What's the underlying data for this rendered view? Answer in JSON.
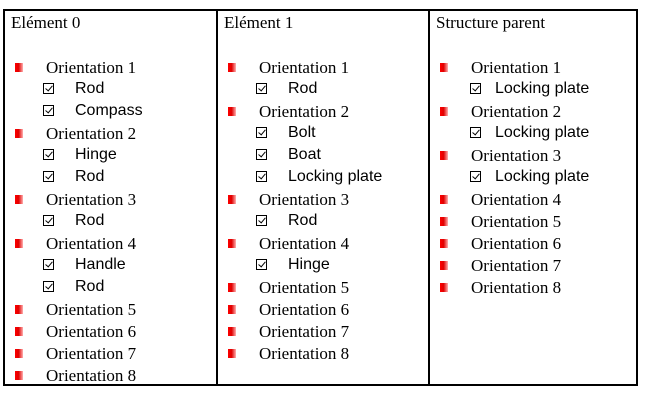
{
  "columns": [
    {
      "header": "Elément 0",
      "rows": [
        {
          "kind": "orientation",
          "label": "Orientation 1"
        },
        {
          "kind": "component",
          "label": "Rod"
        },
        {
          "kind": "component",
          "label": "Compass"
        },
        {
          "kind": "orientation",
          "label": "Orientation 2"
        },
        {
          "kind": "component",
          "label": "Hinge"
        },
        {
          "kind": "component",
          "label": "Rod"
        },
        {
          "kind": "orientation",
          "label": "Orientation 3"
        },
        {
          "kind": "component",
          "label": "Rod"
        },
        {
          "kind": "orientation",
          "label": "Orientation 4"
        },
        {
          "kind": "component",
          "label": "Handle"
        },
        {
          "kind": "component",
          "label": "Rod"
        },
        {
          "kind": "orientation",
          "label": "Orientation 5"
        },
        {
          "kind": "orientation",
          "label": "Orientation 6"
        },
        {
          "kind": "orientation",
          "label": "Orientation 7"
        },
        {
          "kind": "orientation",
          "label": "Orientation 8"
        }
      ]
    },
    {
      "header": "Elément 1",
      "rows": [
        {
          "kind": "orientation",
          "label": "Orientation 1"
        },
        {
          "kind": "component",
          "label": "Rod"
        },
        {
          "kind": "orientation",
          "label": "Orientation 2"
        },
        {
          "kind": "component",
          "label": "Bolt"
        },
        {
          "kind": "component",
          "label": "Boat"
        },
        {
          "kind": "component",
          "label": "Locking plate"
        },
        {
          "kind": "orientation",
          "label": "Orientation 3"
        },
        {
          "kind": "component",
          "label": "Rod"
        },
        {
          "kind": "orientation",
          "label": "Orientation 4"
        },
        {
          "kind": "component",
          "label": "Hinge"
        },
        {
          "kind": "orientation",
          "label": "Orientation 5"
        },
        {
          "kind": "orientation",
          "label": "Orientation 6"
        },
        {
          "kind": "orientation",
          "label": "Orientation 7"
        },
        {
          "kind": "orientation",
          "label": "Orientation 8"
        }
      ]
    },
    {
      "header": "Structure parent",
      "rows": [
        {
          "kind": "orientation",
          "label": "Orientation 1"
        },
        {
          "kind": "component",
          "label": "Locking plate"
        },
        {
          "kind": "orientation",
          "label": "Orientation 2"
        },
        {
          "kind": "component",
          "label": "Locking plate"
        },
        {
          "kind": "orientation",
          "label": "Orientation 3"
        },
        {
          "kind": "component",
          "label": "Locking plate"
        },
        {
          "kind": "orientation",
          "label": "Orientation 4"
        },
        {
          "kind": "orientation",
          "label": "Orientation 5"
        },
        {
          "kind": "orientation",
          "label": "Orientation 6"
        },
        {
          "kind": "orientation",
          "label": "Orientation 7"
        },
        {
          "kind": "orientation",
          "label": "Orientation 8"
        }
      ]
    }
  ],
  "icons": {
    "orientation": "red-square-bullet-icon",
    "component": "checkbox-checked-icon"
  },
  "colors": {
    "bullet": "#e00000",
    "border": "#000000",
    "text": "#000000"
  }
}
